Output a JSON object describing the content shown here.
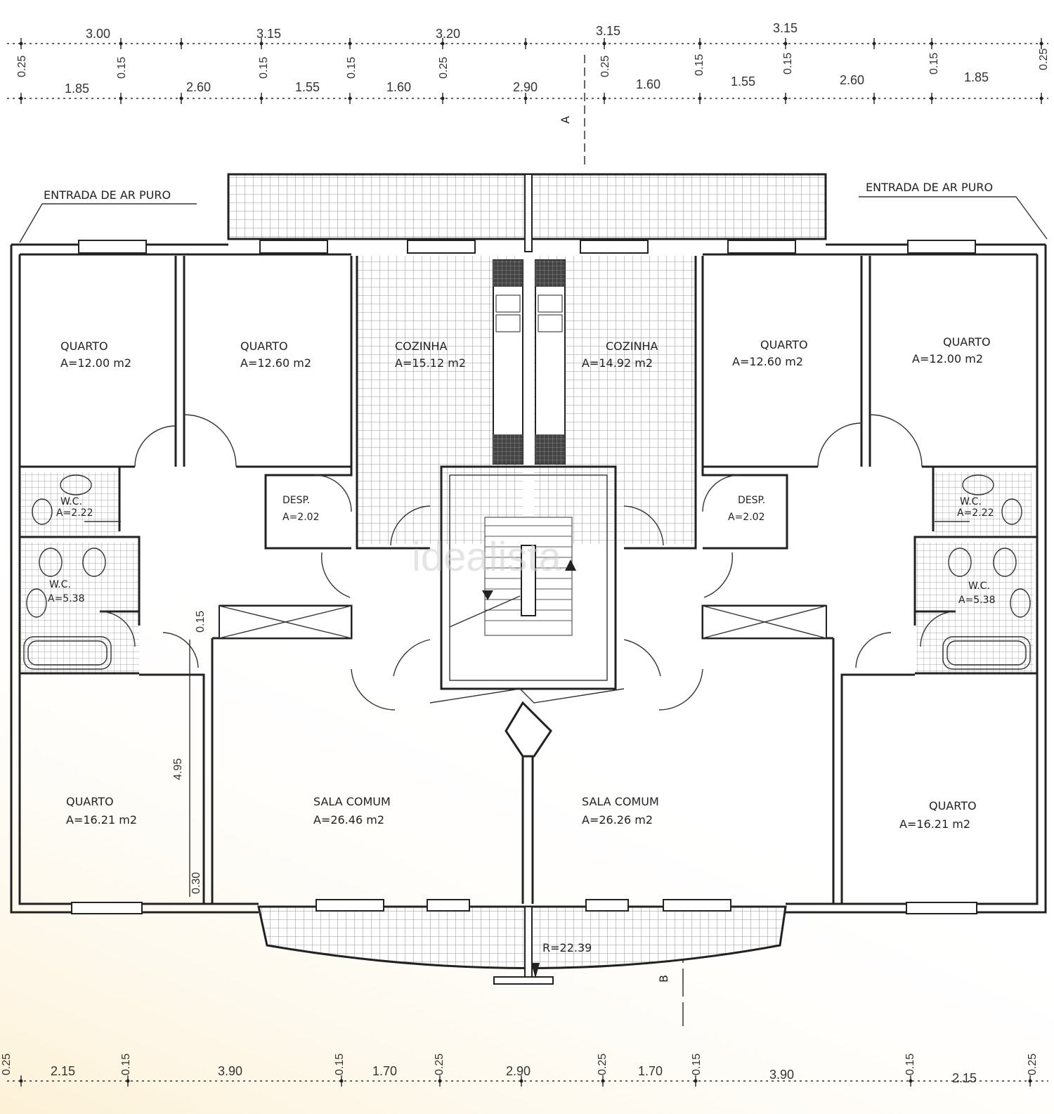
{
  "dimensions_top_row1": [
    "3.00",
    "3.15",
    "3.20",
    "3.15",
    "3.15"
  ],
  "dimensions_top_row2": [
    "1.85",
    "2.60",
    "1.55",
    "1.60",
    "2.90",
    "1.60",
    "1.55",
    "2.60",
    "1.85"
  ],
  "dimensions_top_vertical": [
    "0.25",
    "0.15",
    "0.15",
    "0.15",
    "0.25",
    "0.25",
    "0.15",
    "0.15",
    "0.15",
    "0.25"
  ],
  "dimensions_bottom_row": [
    "2.15",
    "3.90",
    "1.70",
    "2.90",
    "1.70",
    "3.90",
    "2.15"
  ],
  "dimensions_bottom_vertical": [
    "0.25",
    "0.15",
    "0.15",
    "0.25",
    "0.25",
    "0.15",
    "0.15",
    "0.25"
  ],
  "dimensions_inner": [
    "0.15",
    "4.95",
    "0.30"
  ],
  "section_markers": {
    "top": "A",
    "bottom": "B"
  },
  "labels": {
    "air_left": "ENTRADA DE AR PURO",
    "air_right": "ENTRADA DE AR PURO",
    "radius": "R=22.39",
    "watermark": "idealista"
  },
  "rooms": [
    {
      "name": "QUARTO",
      "area": "A=12.00 m2"
    },
    {
      "name": "QUARTO",
      "area": "A=12.60 m2"
    },
    {
      "name": "COZINHA",
      "area": "A=15.12 m2"
    },
    {
      "name": "COZINHA",
      "area": "A=14.92 m2"
    },
    {
      "name": "QUARTO",
      "area": "A=12.60 m2"
    },
    {
      "name": "QUARTO",
      "area": "A=12.00 m2"
    },
    {
      "name": "DESP.",
      "area": "A=2.02"
    },
    {
      "name": "DESP.",
      "area": "A=2.02"
    },
    {
      "name": "W.C.",
      "area": "A=2.22"
    },
    {
      "name": "W.C.",
      "area": "A=5.38"
    },
    {
      "name": "W.C.",
      "area": "A=2.22"
    },
    {
      "name": "W.C.",
      "area": "A=5.38"
    },
    {
      "name": "QUARTO",
      "area": "A=16.21 m2"
    },
    {
      "name": "SALA COMUM",
      "area": "A=26.46 m2"
    },
    {
      "name": "SALA COMUM",
      "area": "A=26.26 m2"
    },
    {
      "name": "QUARTO",
      "area": "A=16.21 m2"
    }
  ]
}
